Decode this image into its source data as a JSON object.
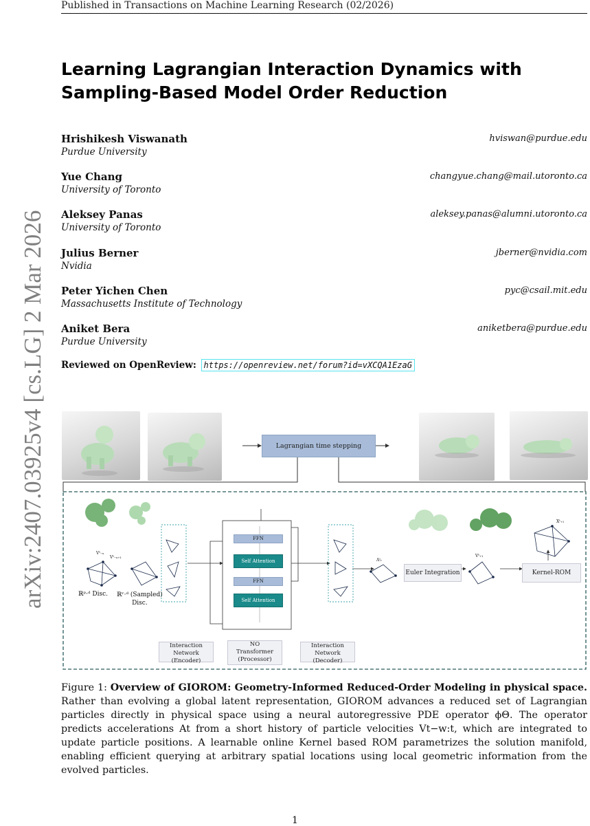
{
  "header": "Published in Transactions on Machine Learning Research (02/2026)",
  "arxiv_id": "arXiv:2407.03925v4  [cs.LG]  2 Mar 2026",
  "title": "Learning Lagrangian Interaction Dynamics with Sampling-Based Model Order Reduction",
  "authors": [
    {
      "name": "Hrishikesh Viswanath",
      "affiliation": "Purdue University",
      "email": "hviswan@purdue.edu"
    },
    {
      "name": "Yue Chang",
      "affiliation": "University of Toronto",
      "email": "changyue.chang@mail.utoronto.ca"
    },
    {
      "name": "Aleksey Panas",
      "affiliation": "University of Toronto",
      "email": "aleksey.panas@alumni.utoronto.ca"
    },
    {
      "name": "Julius Berner",
      "affiliation": "Nvidia",
      "email": "jberner@nvidia.com"
    },
    {
      "name": "Peter Yichen Chen",
      "affiliation": "Massachusetts Institute of Technology",
      "email": "pyc@csail.mit.edu"
    },
    {
      "name": "Aniket Bera",
      "affiliation": "Purdue University",
      "email": "aniketbera@purdue.edu"
    }
  ],
  "review": {
    "label": "Reviewed on OpenReview:",
    "link": "https://openreview.net/forum?id=vXCQA1EzaG"
  },
  "figure": {
    "time_stepping": "Lagrangian time stepping",
    "ffn": "FFN",
    "self_attention": "Self Attention",
    "disc_full": "ℝᵖ·ᵈ Disc.",
    "disc_sampled_1": "ℝʳ·ᵈ (Sampled)",
    "disc_sampled_2": "Disc.",
    "euler": "Euler Integration",
    "kernel_rom": "Kernel-ROM",
    "encoder_1": "Interaction Network",
    "encoder_2": "(Encoder)",
    "processor_1": "NO",
    "processor_2": "Transformer",
    "processor_3": "(Processor)",
    "decoder_1": "Interaction Network",
    "decoder_2": "(Decoder)",
    "lbl_v1": "Vᵗ₋ᵤ",
    "lbl_v2": "Vᵗ₋ᵤ₊₁",
    "lbl_a": "Aᵗᵣ",
    "lbl_v3": "Vᵗ₊₁",
    "lbl_x": "Xᵗ₊₁"
  },
  "caption": {
    "label": "Figure 1:",
    "bold": "Overview of GIOROM: Geometry-Informed Reduced-Order Modeling in physical space.",
    "text": "Rather than evolving a global latent representation, GIOROM advances a reduced set of Lagrangian particles directly in physical space using a neural autoregressive PDE operator ϕΘ. The operator predicts accelerations At from a short history of particle velocities Vt−w:t, which are integrated to update particle positions. A learnable online Kernel based ROM parametrizes the solution manifold, enabling efficient querying at arbitrary spatial locations using local geometric information from the evolved particles."
  },
  "page_number": "1"
}
